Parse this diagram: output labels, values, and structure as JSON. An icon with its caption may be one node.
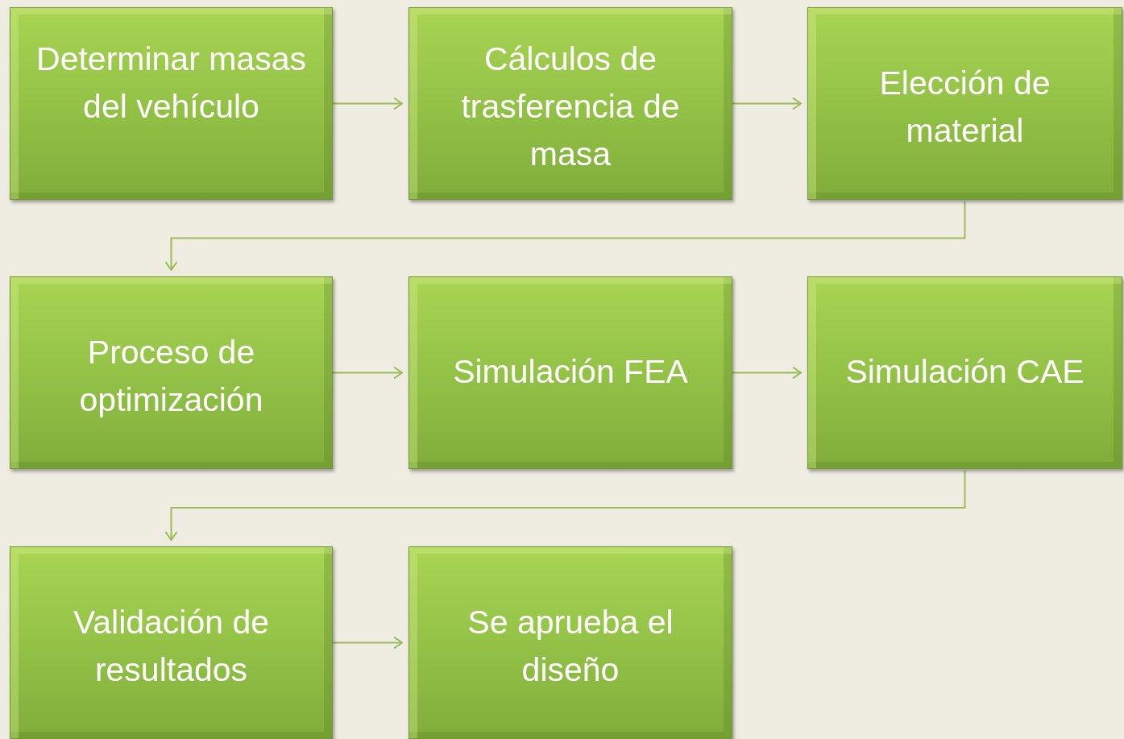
{
  "diagram": {
    "nodes": [
      {
        "text": [
          "Determinar masas del vehículo"
        ]
      },
      {
        "text": [
          "Cálculos de trasferencia de masa"
        ]
      },
      {
        "text": [
          "Elección de material"
        ]
      },
      {
        "text": [
          "Proceso de optimización"
        ]
      },
      {
        "text": [
          "Simulación FEA"
        ]
      },
      {
        "text": [
          "Simulación CAE"
        ]
      },
      {
        "text": [
          "Validación de resultados"
        ]
      },
      {
        "text": [
          "Se aprueba el diseño"
        ]
      }
    ],
    "edges": [
      {
        "from": 0,
        "to": 1,
        "arrow": "to"
      },
      {
        "from": 1,
        "to": 2,
        "arrow": "to"
      },
      {
        "from": 2,
        "to": 3,
        "arrow": "to"
      },
      {
        "from": 3,
        "to": 4,
        "arrow": "to"
      },
      {
        "from": 4,
        "to": 5,
        "arrow": "to"
      },
      {
        "from": 5,
        "to": 6,
        "arrow": "to"
      },
      {
        "from": 6,
        "to": 7,
        "arrow": "to"
      }
    ]
  }
}
